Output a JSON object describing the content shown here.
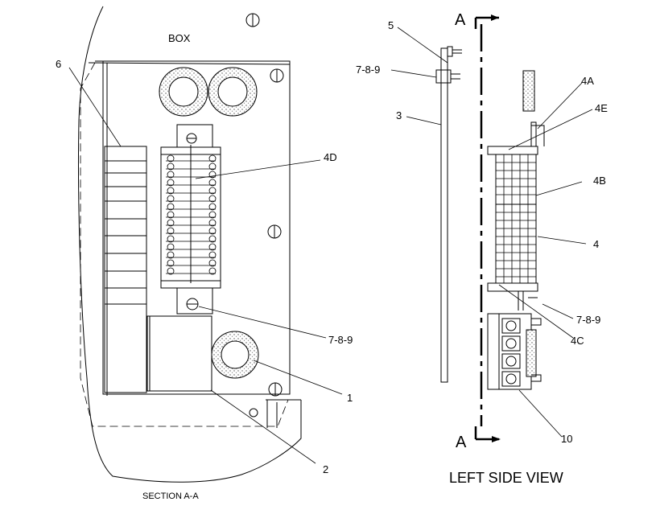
{
  "section_label": "SECTION  A-A",
  "view_label": "LEFT SIDE VIEW",
  "box_label": "BOX",
  "section_marker": "A",
  "callouts": {
    "c6": "6",
    "c4D": "4D",
    "c789_left": "7-8-9",
    "c1": "1",
    "c2": "2",
    "c5": "5",
    "c789_top": "7-8-9",
    "c3": "3",
    "c4A": "4A",
    "c4E": "4E",
    "c4B": "4B",
    "c4": "4",
    "c789_right": "7-8-9",
    "c4C": "4C",
    "c10": "10"
  }
}
